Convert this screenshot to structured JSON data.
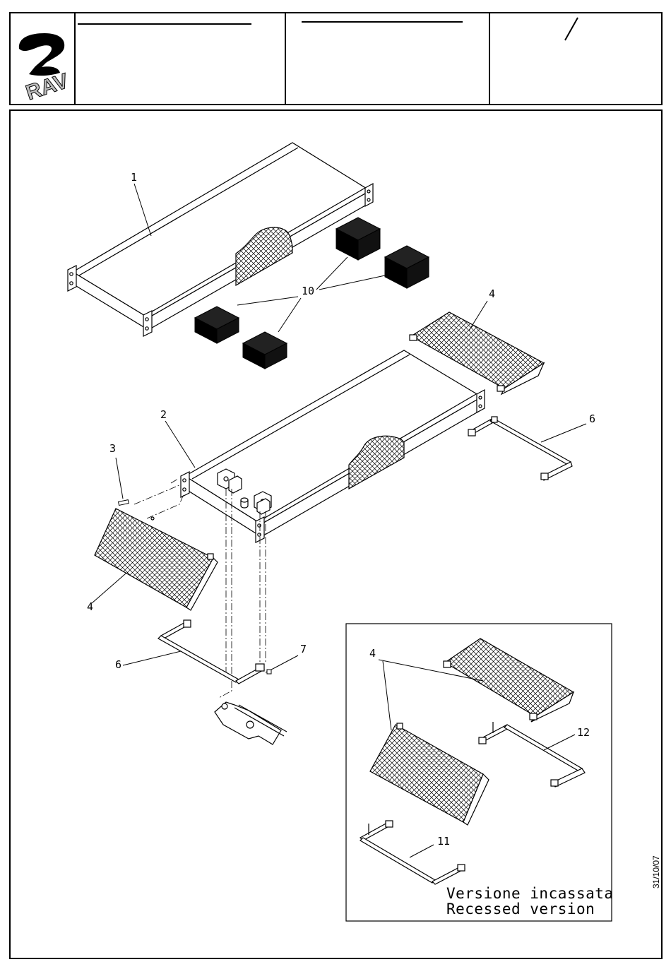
{
  "title_block": {
    "logo_text": "RAV",
    "sheet_separator": "/"
  },
  "callouts": {
    "platform_top": "1",
    "platform_main": "2",
    "pin": "3",
    "ramp_left": "4",
    "ramp_right": "4",
    "bar_right": "6",
    "bar_left": "6",
    "screw": "7",
    "blocks": "10",
    "inset_ramps": "4",
    "inset_bar_left": "11",
    "inset_bar_right": "12"
  },
  "inset": {
    "caption_it": "Versione incassata",
    "caption_en": "Recessed version"
  },
  "date": "31/10/07",
  "colors": {
    "ink": "#000000",
    "paper": "#ffffff"
  }
}
